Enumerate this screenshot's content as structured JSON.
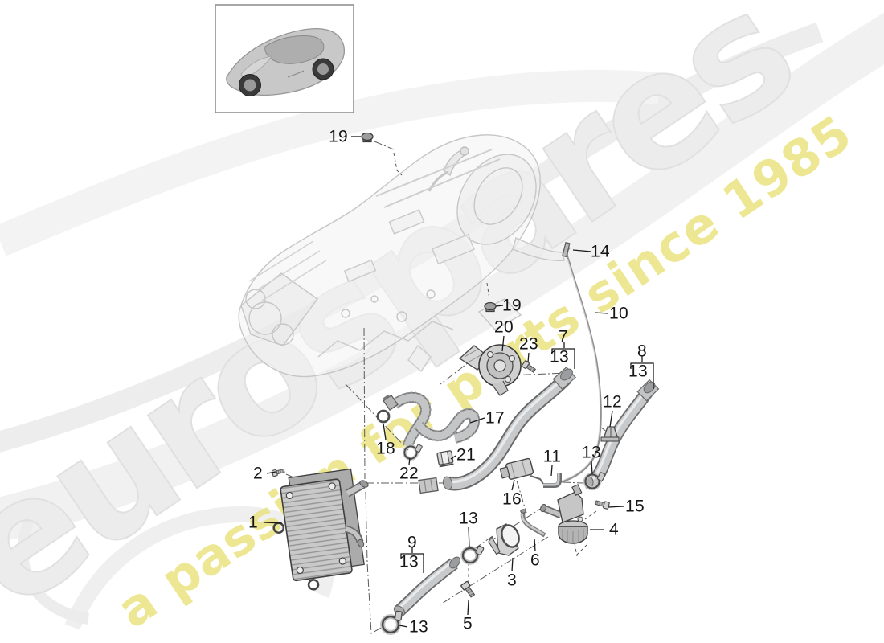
{
  "watermark": {
    "brand": "eurospares",
    "tagline": "a passion for parts since 1985",
    "brand_color": "#ececec",
    "tagline_color": "#e9e27a"
  },
  "vehicle_thumbnail": {
    "description": "porsche-boxster-line-drawing"
  },
  "palette": {
    "part_fill": "#cdcdcd",
    "part_stroke": "#454545",
    "hose_fill": "#c7c9cb",
    "hose_edge": "#6a6a6a",
    "faded_drawing": "#c6c6c6",
    "label_color": "#161616",
    "swoosh": "#efefef"
  },
  "diagram": {
    "callouts": [
      {
        "id": "19-top",
        "label": "19"
      },
      {
        "id": "14",
        "label": "14"
      },
      {
        "id": "19-mid",
        "label": "19"
      },
      {
        "id": "10",
        "label": "10"
      },
      {
        "id": "20",
        "label": "20"
      },
      {
        "id": "7",
        "label": "7"
      },
      {
        "id": "13-group7",
        "label": "13"
      },
      {
        "id": "23",
        "label": "23"
      },
      {
        "id": "8",
        "label": "8"
      },
      {
        "id": "13-group8",
        "label": "13"
      },
      {
        "id": "12",
        "label": "12"
      },
      {
        "id": "17",
        "label": "17"
      },
      {
        "id": "18",
        "label": "18"
      },
      {
        "id": "13-hose8-clamp",
        "label": "13"
      },
      {
        "id": "11",
        "label": "11"
      },
      {
        "id": "21",
        "label": "21"
      },
      {
        "id": "2",
        "label": "2"
      },
      {
        "id": "22",
        "label": "22"
      },
      {
        "id": "16",
        "label": "16"
      },
      {
        "id": "15",
        "label": "15"
      },
      {
        "id": "1",
        "label": "1"
      },
      {
        "id": "13-hose9-top-clamp",
        "label": "13"
      },
      {
        "id": "4",
        "label": "4"
      },
      {
        "id": "9",
        "label": "9"
      },
      {
        "id": "13-group9",
        "label": "13"
      },
      {
        "id": "6",
        "label": "6"
      },
      {
        "id": "3",
        "label": "3"
      },
      {
        "id": "5",
        "label": "5"
      },
      {
        "id": "13-bottom-clamp",
        "label": "13"
      }
    ]
  }
}
